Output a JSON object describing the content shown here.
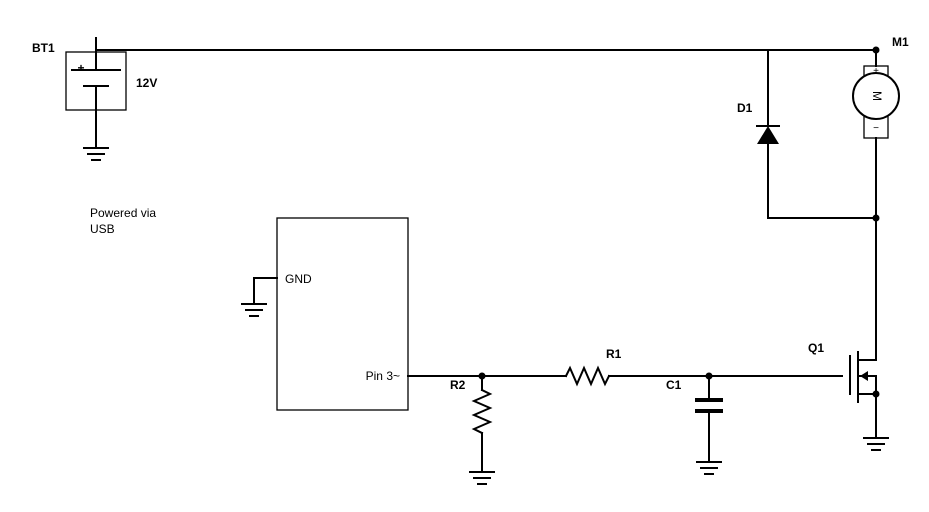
{
  "components": {
    "battery": {
      "ref": "BT1",
      "value": "12V",
      "plus": "+"
    },
    "motor": {
      "ref": "M1",
      "symbol": "M",
      "plus": "+",
      "minus": "−"
    },
    "diode": {
      "ref": "D1"
    },
    "mosfet": {
      "ref": "Q1"
    },
    "resistor_series": {
      "ref": "R1"
    },
    "resistor_pulldown": {
      "ref": "R2"
    },
    "capacitor": {
      "ref": "C1"
    },
    "controller": {
      "gnd_pin": "GND",
      "signal_pin": "Pin 3~",
      "note_line1": "Powered via",
      "note_line2": "USB"
    }
  }
}
